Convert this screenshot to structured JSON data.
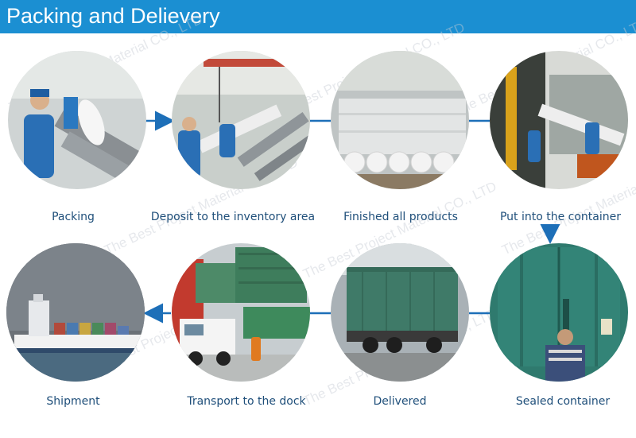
{
  "header": {
    "title": "Packing and Delievery"
  },
  "watermark_text": "The Best Project Material CO., LTD",
  "colors": {
    "header": "#1b8fd2",
    "connector": "#1d6fb8",
    "label": "#1f4f7a"
  },
  "steps": [
    {
      "label": "Packing"
    },
    {
      "label": "Deposit to the inventory area"
    },
    {
      "label": "Finished all products"
    },
    {
      "label": "Put into  the container"
    },
    {
      "label": "Shipment"
    },
    {
      "label": "Transport to the dock"
    },
    {
      "label": "Delivered"
    },
    {
      "label": "Sealed container"
    }
  ]
}
